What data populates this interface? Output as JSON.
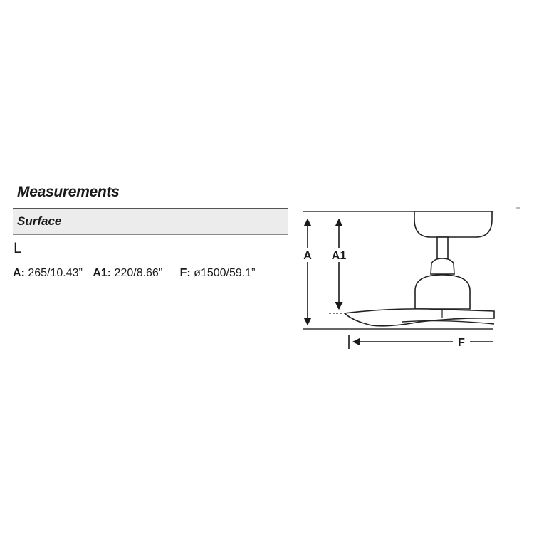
{
  "title": "Measurements",
  "section_label": "Surface",
  "model": "L",
  "specs": {
    "a_key": "A:",
    "a_val": "265/10.43”",
    "a1_key": "A1:",
    "a1_val": "220/8.66”",
    "f_key": "F:",
    "f_val": "ø1500/59.1”"
  },
  "diagram": {
    "label_a": "A",
    "label_a1": "A1",
    "label_f": "F"
  }
}
